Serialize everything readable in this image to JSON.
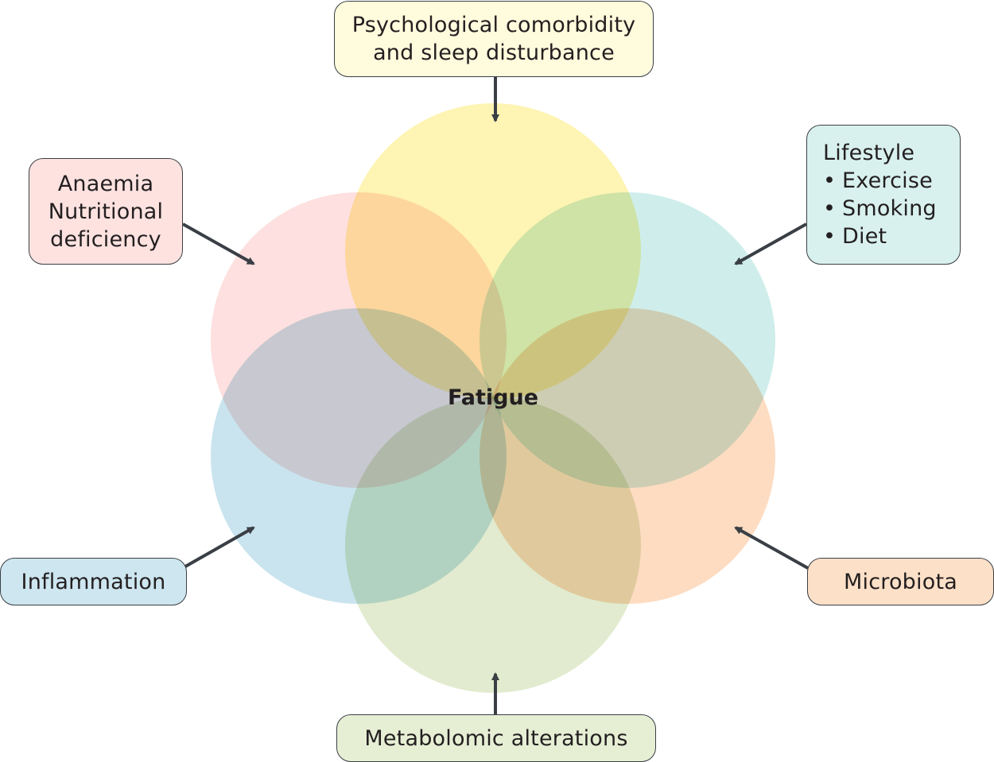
{
  "center": {
    "label": "Fatigue"
  },
  "factors": {
    "psych": {
      "lines": [
        "Psychological comorbidity",
        "and sleep disturbance"
      ],
      "color": "#fef4b3",
      "box_color": "#fffbdd"
    },
    "lifestyle": {
      "title": "Lifestyle",
      "bullet": "•",
      "items": [
        "Exercise",
        "Smoking",
        "Diet"
      ],
      "color": "#cfeeeb",
      "box_color": "#d9f1ee"
    },
    "microbiota": {
      "label": "Microbiota",
      "color": "#fddcc2",
      "box_color": "#fde0c8"
    },
    "metabolomic": {
      "label": "Metabolomic alterations",
      "color": "#e2ebcf",
      "box_color": "#e6eed4"
    },
    "inflammation": {
      "label": "Inflammation",
      "color": "#c9e4ee",
      "box_color": "#cde6ef"
    },
    "anaemia": {
      "lines": [
        "Anaemia",
        "Nutritional",
        "deficiency"
      ],
      "color": "#fde0df",
      "box_color": "#fde2e0"
    }
  },
  "arrow_color": "#3a3f45"
}
